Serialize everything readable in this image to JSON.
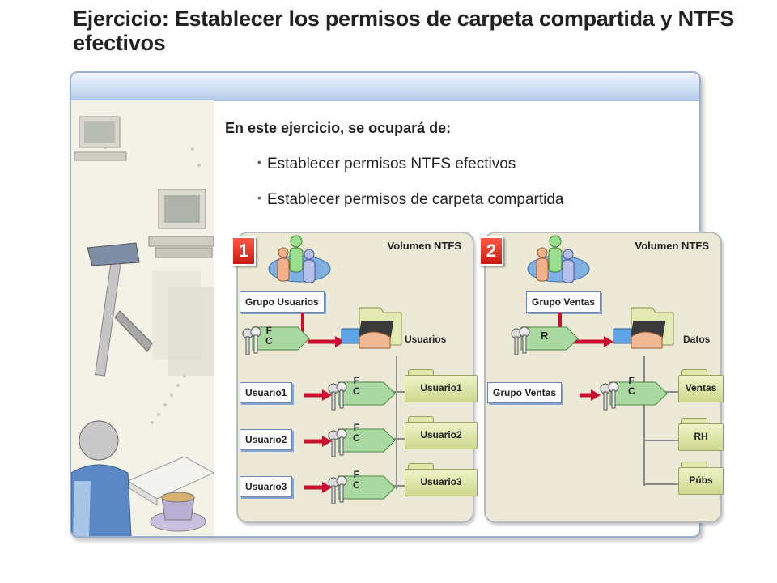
{
  "title": "Ejercicio: Establecer los permisos de carpeta compartida y NTFS efectivos",
  "intro": "En este ejercicio, se ocupará de:",
  "bullets": [
    "Establecer permisos NTFS efectivos",
    "Establecer permisos de carpeta compartida"
  ],
  "panels": [
    {
      "number": "1",
      "volume_label": "Volumen NTFS",
      "group_label": "Grupo Usuarios",
      "share_permission": [
        "F",
        "C"
      ],
      "root_folder": "Usuarios",
      "rows": [
        {
          "user": "Usuario1",
          "permission": [
            "F",
            "C"
          ],
          "folder": "Usuario1"
        },
        {
          "user": "Usuario2",
          "permission": [
            "F",
            "C"
          ],
          "folder": "Usuario2"
        },
        {
          "user": "Usuario3",
          "permission": [
            "F",
            "C"
          ],
          "folder": "Usuario3"
        }
      ]
    },
    {
      "number": "2",
      "volume_label": "Volumen NTFS",
      "group_label": "Grupo Ventas",
      "share_permission": [
        "R"
      ],
      "root_folder": "Datos",
      "ntfs_group": "Grupo Ventas",
      "ntfs_permission": [
        "F",
        "C"
      ],
      "subfolders": [
        "Ventas",
        "RH",
        "Púbs"
      ]
    }
  ],
  "colors": {
    "header_band": "#c8daf2",
    "panel_bg": "#ecead6",
    "number_badge": "#e02a1c",
    "arrow": "#c8102e",
    "key_tag": "#a9d8a0",
    "folder": "#dfe6a8"
  }
}
